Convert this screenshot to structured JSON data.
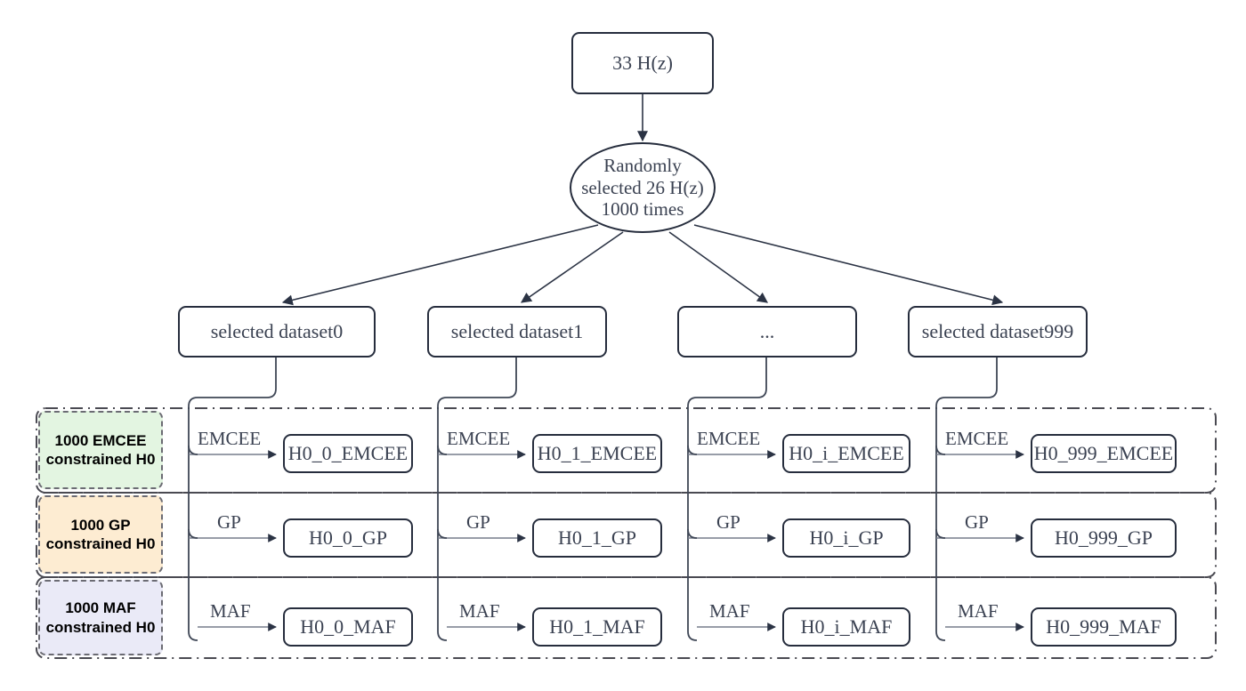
{
  "diagram": {
    "title": "H0 constraint pipeline flowchart",
    "colors": {
      "node_border": "#262d3d",
      "node_text": "#3b4252",
      "edge": "#2b3344",
      "group_border": "#4a4a52",
      "legend_border": "#6b6b73",
      "emcee_fill": "#e3f5e1",
      "gp_fill": "#fdecd2",
      "maf_fill": "#eaeaf7",
      "background": "#ffffff"
    },
    "root": {
      "label": "33 H(z)"
    },
    "sampler": {
      "line1": "Randomly",
      "line2": "selected 26 H(z)",
      "line3": "1000 times"
    },
    "datasets": [
      {
        "label": "selected dataset0"
      },
      {
        "label": "selected dataset1"
      },
      {
        "label": "..."
      },
      {
        "label": "selected dataset999"
      }
    ],
    "methods": [
      {
        "key": "EMCEE",
        "edge_label": "EMCEE"
      },
      {
        "key": "GP",
        "edge_label": "GP"
      },
      {
        "key": "MAF",
        "edge_label": "MAF"
      }
    ],
    "legend": [
      {
        "line1": "1000 EMCEE",
        "line2": "constrained H0",
        "fill": "#e3f5e1"
      },
      {
        "line1": "1000 GP",
        "line2": "constrained H0",
        "fill": "#fdecd2"
      },
      {
        "line1": "1000 MAF",
        "line2": "constrained H0",
        "fill": "#eaeaf7"
      }
    ],
    "results": {
      "emcee": [
        {
          "label": "H0_0_EMCEE"
        },
        {
          "label": "H0_1_EMCEE"
        },
        {
          "label": "H0_i_EMCEE"
        },
        {
          "label": "H0_999_EMCEE"
        }
      ],
      "gp": [
        {
          "label": "H0_0_GP"
        },
        {
          "label": "H0_1_GP"
        },
        {
          "label": "H0_i_GP"
        },
        {
          "label": "H0_999_GP"
        }
      ],
      "maf": [
        {
          "label": "H0_0_MAF"
        },
        {
          "label": "H0_1_MAF"
        },
        {
          "label": "H0_i_MAF"
        },
        {
          "label": "H0_999_MAF"
        }
      ]
    },
    "edge_labels": {
      "col0": {
        "emcee": "EMCEE",
        "gp": "GP",
        "maf": "MAF"
      },
      "col1": {
        "emcee": "EMCEE",
        "gp": "GP",
        "maf": "MAF"
      },
      "col2": {
        "emcee": "EMCEE",
        "gp": "GP",
        "maf": "MAF"
      },
      "col3": {
        "emcee": "EMCEE",
        "gp": "GP",
        "maf": "MAF"
      }
    }
  }
}
